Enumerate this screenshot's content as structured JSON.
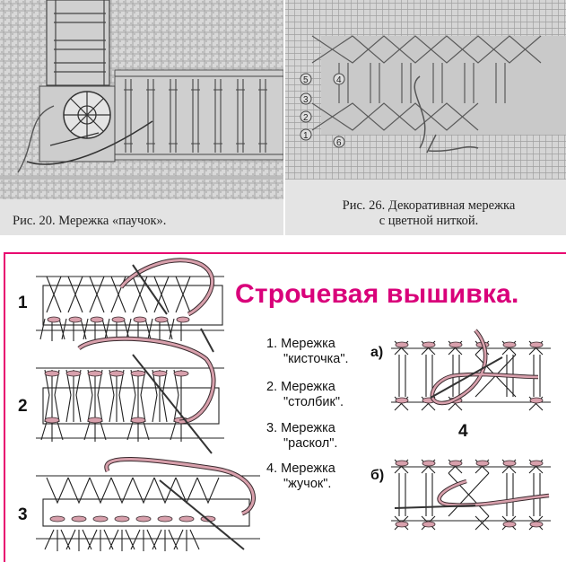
{
  "top": {
    "left_caption": "Рис. 20. Мережка «паучок».",
    "right_caption_line1": "Рис. 26. Декоративная мережка",
    "right_caption_line2": "с цветной ниткой.",
    "step_markers": [
      "5",
      "4",
      "3",
      "2",
      "1",
      "6"
    ]
  },
  "bottom": {
    "title": "Строчевая вышивка.",
    "row_numbers": [
      "1",
      "2",
      "3"
    ],
    "list": [
      {
        "line1": "1. Мережка",
        "line2": "\"кисточка\"."
      },
      {
        "line1": "2. Мережка",
        "line2": "\"столбик\"."
      },
      {
        "line1": "3. Мережка",
        "line2": "\"раскол\"."
      },
      {
        "line1": "4. Мережка",
        "line2": "\"жучок\"."
      }
    ],
    "group_number": "4",
    "sub_a": "а)",
    "sub_b": "б)"
  },
  "colors": {
    "accent": "#d9007a",
    "thread": "#d8a0ac",
    "thread_outline": "#3a2a2e"
  }
}
